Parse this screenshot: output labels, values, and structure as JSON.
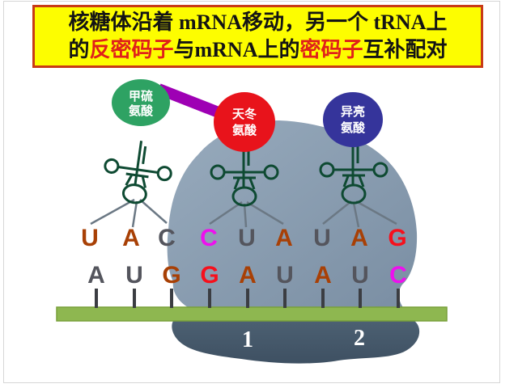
{
  "colors": {
    "banner_bg": "#fdfd00",
    "banner_border": "#c83a16",
    "banner_text": "#141414",
    "banner_highlight": "#e0201a",
    "ribosome_large_light": "#98abbd",
    "ribosome_large_dark": "#7a8ea3",
    "ribosome_small_light": "#4c6072",
    "ribosome_small_dark": "#3e5062",
    "mrna_bar": "#8eb750",
    "mrna_bar_edge": "#78a03a",
    "trna_stroke": "#0e4a32",
    "trna_fan_line": "#6b7884",
    "tick": "#3b3d42",
    "letter_gray": "#54555d",
    "letter_rust": "#a84005",
    "letter_red": "#f6101c",
    "letter_magenta": "#ee10ee",
    "met_circle": "#2ea263",
    "asp_circle": "#e8131b",
    "ile_circle": "#35349b",
    "peptide_bond": "#9e00b4",
    "site_label": "#ffffff"
  },
  "banner": {
    "line1": [
      {
        "text": "核糖体沿着 mRNA移动，另一个 tRNA上",
        "highlight": false
      }
    ],
    "line2": [
      {
        "text": "的",
        "highlight": false
      },
      {
        "text": "反密码子",
        "highlight": true
      },
      {
        "text": "与mRNA上的",
        "highlight": false
      },
      {
        "text": "密码子",
        "highlight": true
      },
      {
        "text": "互补配对",
        "highlight": false
      }
    ]
  },
  "amino_acids": [
    {
      "name": "甲硫氨酸",
      "line1": "甲硫",
      "line2": "氨酸",
      "color_key": "met_circle"
    },
    {
      "name": "天冬氨酸",
      "line1": "天冬",
      "line2": "氨酸",
      "color_key": "asp_circle"
    },
    {
      "name": "异亮氨酸",
      "line1": "异亮",
      "line2": "氨酸",
      "color_key": "ile_circle"
    }
  ],
  "strands": {
    "anticodon_row": [
      {
        "letter": "U",
        "color": "letter_rust"
      },
      {
        "letter": "A",
        "color": "letter_rust"
      },
      {
        "letter": "C",
        "color": "letter_gray"
      },
      {
        "letter": "C",
        "color": "letter_magenta"
      },
      {
        "letter": "U",
        "color": "letter_gray"
      },
      {
        "letter": "A",
        "color": "letter_rust"
      },
      {
        "letter": "U",
        "color": "letter_gray"
      },
      {
        "letter": "A",
        "color": "letter_rust"
      },
      {
        "letter": "G",
        "color": "letter_red"
      }
    ],
    "codon_row": [
      {
        "letter": "A",
        "color": "letter_gray"
      },
      {
        "letter": "U",
        "color": "letter_gray"
      },
      {
        "letter": "G",
        "color": "letter_rust"
      },
      {
        "letter": "G",
        "color": "letter_red"
      },
      {
        "letter": "A",
        "color": "letter_rust"
      },
      {
        "letter": "U",
        "color": "letter_gray"
      },
      {
        "letter": "A",
        "color": "letter_rust"
      },
      {
        "letter": "U",
        "color": "letter_gray"
      },
      {
        "letter": "C",
        "color": "letter_magenta"
      }
    ]
  },
  "sites": [
    {
      "label": "1"
    },
    {
      "label": "2"
    }
  ]
}
